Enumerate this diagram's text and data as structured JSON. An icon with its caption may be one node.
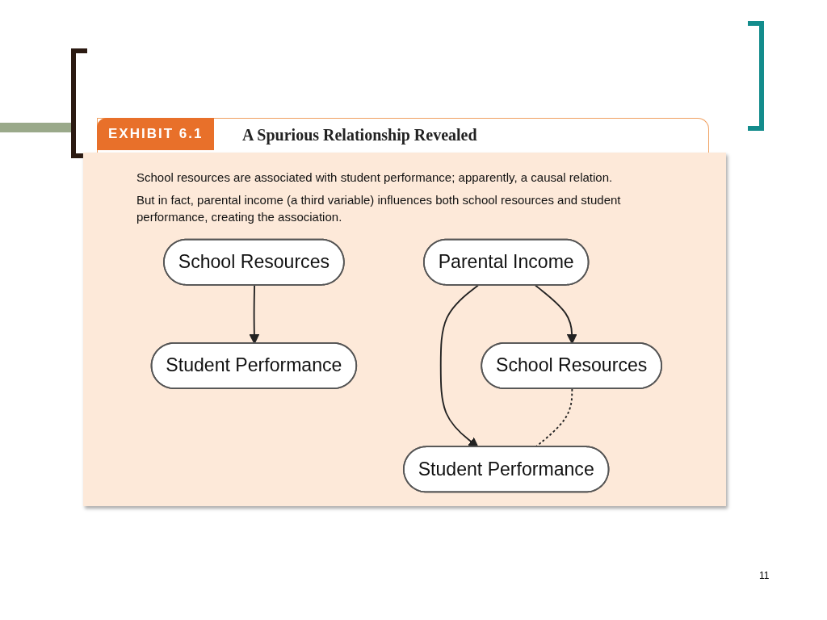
{
  "diagram": {
    "title": "A Spurious Relationship Revealed",
    "nodes": [
      {
        "text": [
          "School Resources"
        ]
      },
      {
        "text": [
          "Student Performance"
        ]
      },
      {
        "text": [
          "Parental Income"
        ]
      },
      {
        "text": [
          "School Resources"
        ]
      },
      {
        "text": [
          "Student Performance"
        ]
      }
    ],
    "edges": [
      {
        "from": 0,
        "to": 1,
        "arrow": "to"
      },
      {
        "from": 2,
        "to": 3,
        "arrow": "to"
      },
      {
        "from": 2,
        "to": 4,
        "arrow": "to"
      },
      {
        "from": 3,
        "to": 4,
        "arrow": "none",
        "style": "dashed"
      }
    ],
    "labels": [
      "EXHIBIT 6.1",
      "School resources are associated with student performance; apparently, a causal relation.",
      "But in fact, parental income (a third variable) influences both school resources and student performance, creating the association.",
      "11"
    ]
  }
}
